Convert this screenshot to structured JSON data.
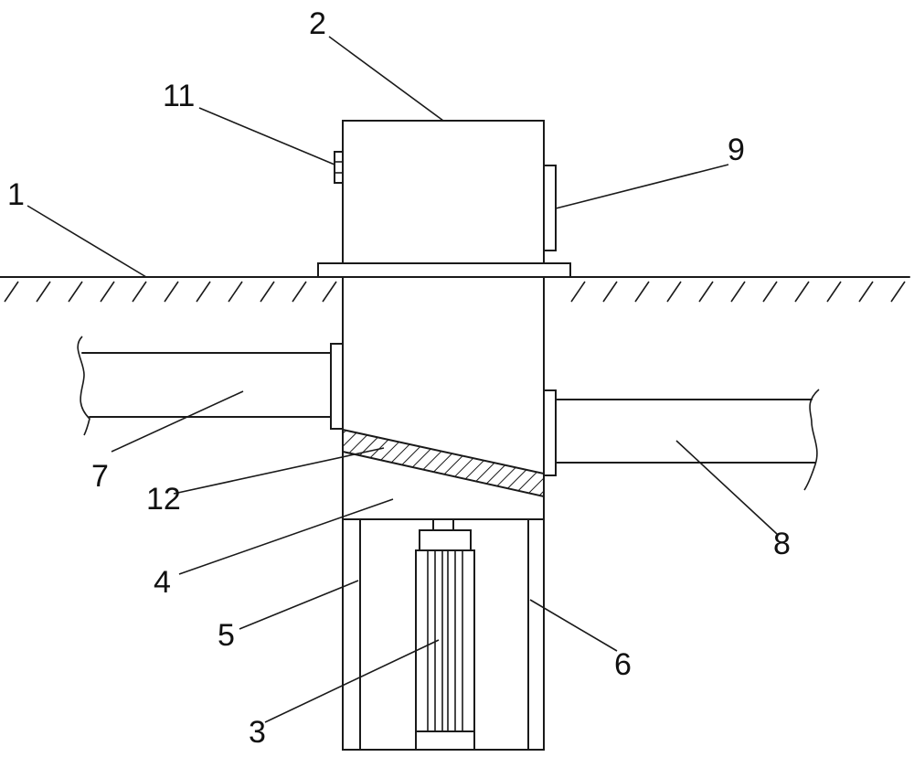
{
  "labels": {
    "l1": "1",
    "l2": "2",
    "l3": "3",
    "l4": "4",
    "l5": "5",
    "l6": "6",
    "l7": "7",
    "l8": "8",
    "l9": "9",
    "l11": "11",
    "l12": "12"
  },
  "colors": {
    "line": "#1a1a1a",
    "background": "#ffffff"
  }
}
